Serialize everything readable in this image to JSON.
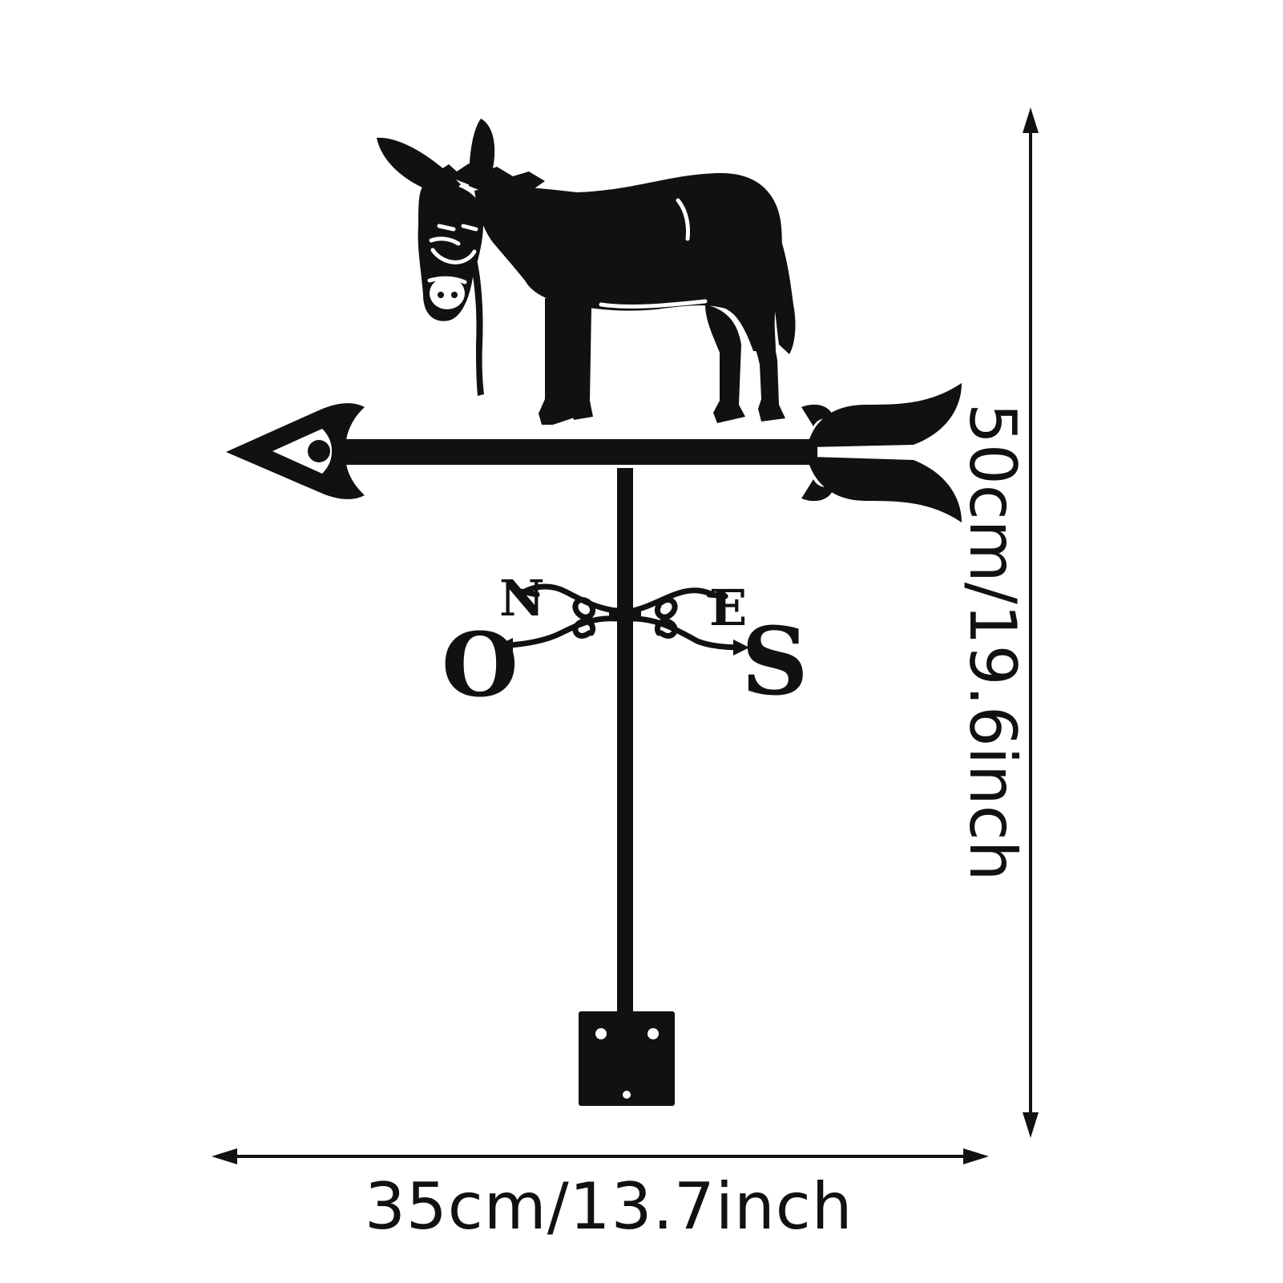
{
  "product": {
    "kind": "donkey weathervane",
    "color": "#111111",
    "background": "#ffffff"
  },
  "compass": {
    "letters": [
      "O",
      "N",
      "E",
      "S"
    ]
  },
  "dimensions": {
    "width_label": "35cm/13.7inch",
    "height_label": "50cm/19.6inch"
  }
}
